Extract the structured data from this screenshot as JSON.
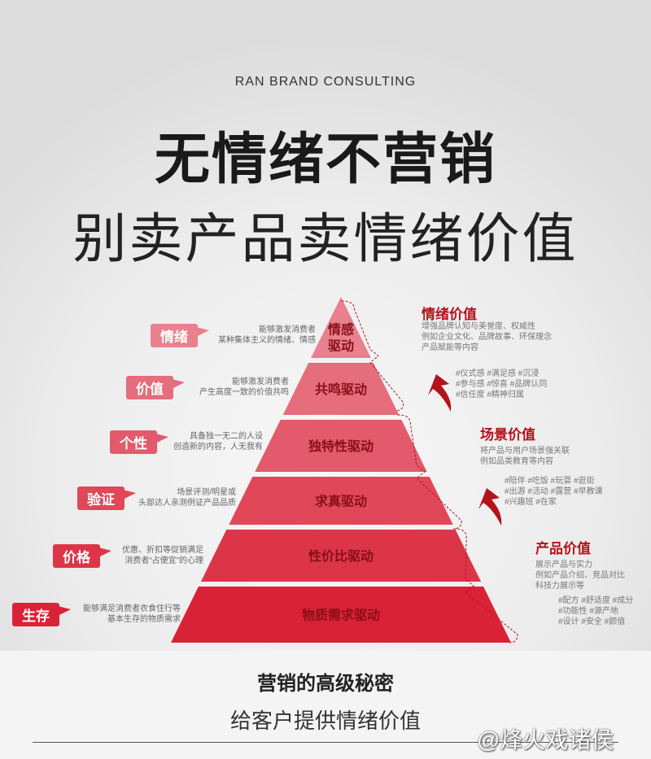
{
  "brand": "RAN BRAND CONSULTING",
  "title": "无情绪不营销",
  "subtitle": "别卖产品卖情绪价值",
  "colors": {
    "top": "#e8808e",
    "bottom": "#da2236",
    "accent": "#b5121b"
  },
  "layers": [
    {
      "label": "情感\n驱动",
      "tag": "情绪",
      "desc": "能够激发消费者\n某种集体主义的情绪、情感"
    },
    {
      "label": "共鸣驱动",
      "tag": "价值",
      "desc": "能够激发消费者\n产生高度一致的价值共鸣"
    },
    {
      "label": "独特性驱动",
      "tag": "个性",
      "desc": "具备独一无二的人设\n创造新的内容，人无我有"
    },
    {
      "label": "求真驱动",
      "tag": "验证",
      "desc": "场景评测/明星或\n头部达人亲测例证产品品质"
    },
    {
      "label": "性价比驱动",
      "tag": "价格",
      "desc": "优惠、折扣等促销满足\n消费者“占便宜”的心理"
    },
    {
      "label": "物质需求驱动",
      "tag": "生存",
      "desc": "能够满足消费者衣食住行等\n基本生存的物质需求"
    }
  ],
  "values": [
    {
      "heading": "情绪价值",
      "desc": "增强品牌认知与美誉度、权威性\n例如企业文化、品牌故事、环保理念\n产品赋能等内容",
      "tags": "#仪式感 #满足感 #沉浸\n#参与感 #惊喜 #品牌认同\n#信任度 #精神归属"
    },
    {
      "heading": "场景价值",
      "desc": "将产品与用户场景强关联\n例如品类教育等内容",
      "tags": "#陪伴 #吃饭 #玩耍 #逛街\n#出游 #活动 #露营 #早教课\n#兴趣班 #在家"
    },
    {
      "heading": "产品价值",
      "desc": "展示产品与实力\n例如产品介绍、竞品对比\n科技力展示等",
      "tags": "#配方 #舒适度 #成分\n#功能性 #源产地\n#设计 #安全 #颜值"
    }
  ],
  "bottom": {
    "heading": "营销的高级秘密",
    "subheading": "给客户提供情绪价值"
  },
  "watermark": "@烽火戏诸侯"
}
